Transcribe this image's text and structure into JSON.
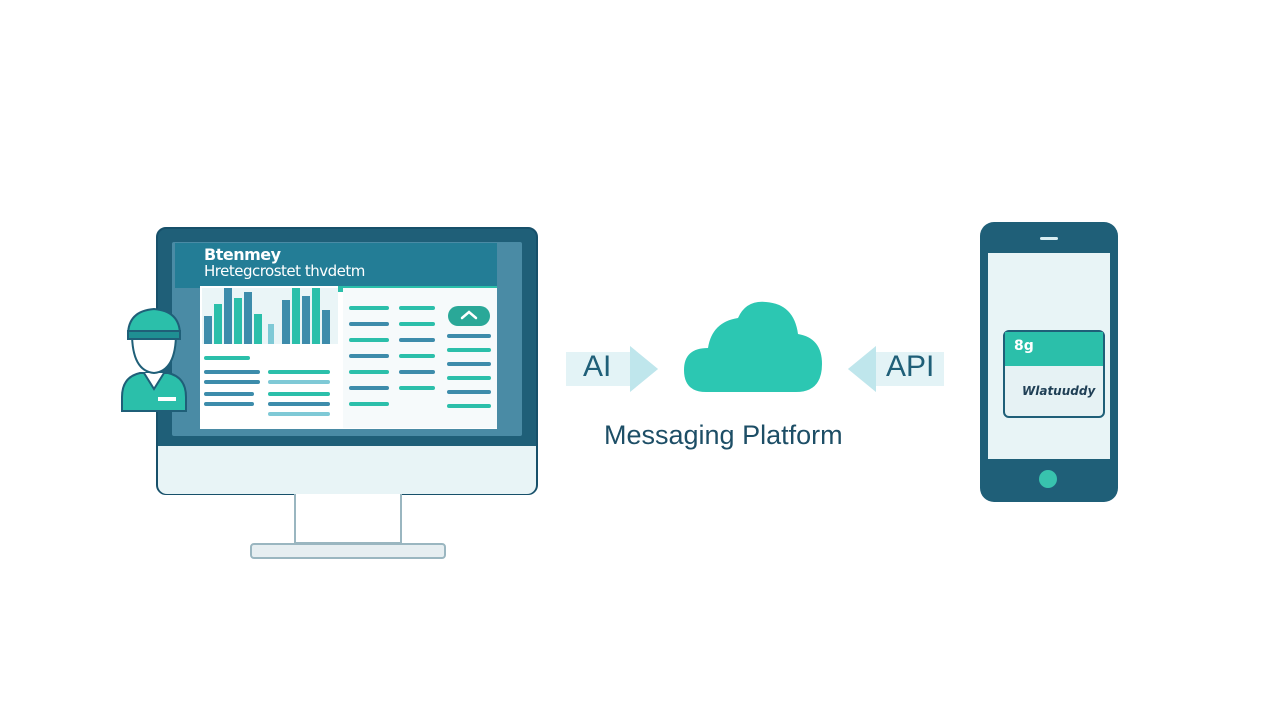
{
  "colors": {
    "primary_dark": "#1f5f78",
    "accent_teal": "#2bbfaa",
    "light_bg": "#e8f4f6"
  },
  "monitor": {
    "screen_title": "Btenmey",
    "screen_subtitle": "Hretegcrostet thvdetm"
  },
  "labels": {
    "ai": "AI",
    "api": "API",
    "platform": "Messaging Platform"
  },
  "phone": {
    "notification_title": "8g",
    "notification_body": "Wlatuuddy"
  },
  "icons": [
    "person-icon",
    "cloud-icon",
    "arrow-right-icon",
    "arrow-left-icon",
    "chevron-up-icon"
  ]
}
